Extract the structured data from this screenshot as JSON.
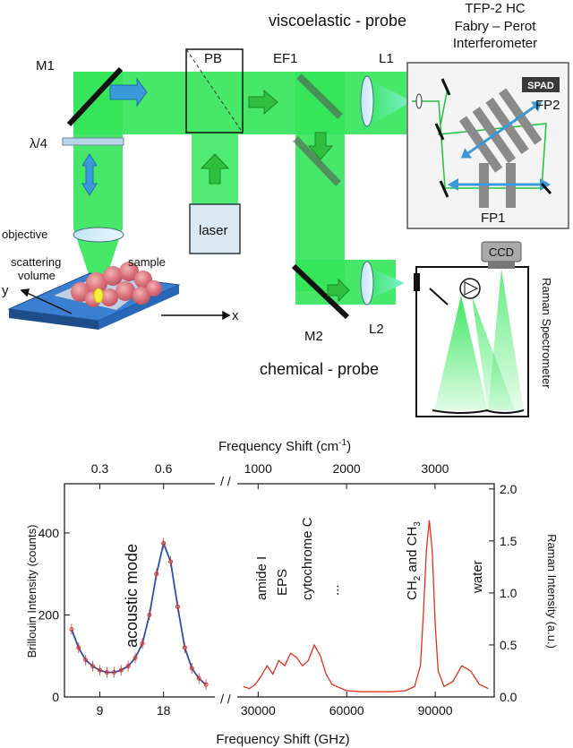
{
  "setup": {
    "viscoelastic_probe": "viscoelastic - probe",
    "chemical_probe": "chemical - probe",
    "tfp_title": [
      "TFP-2 HC",
      "Fabry – Perot",
      "Interferometer"
    ],
    "labels": {
      "m1": "M1",
      "pb": "PB",
      "ef1": "EF1",
      "l1": "L1",
      "l2": "L2",
      "m2": "M2",
      "quarter_wave": "λ/4",
      "laser": "laser",
      "objective": "objective",
      "scattering_volume": [
        "scattering",
        "volume"
      ],
      "sample": "sample",
      "axis_y": "y",
      "axis_x": "x",
      "spad": "SPAD",
      "fp1": "FP1",
      "fp2": "FP2",
      "ccd": "CCD",
      "raman_spectrometer": "Raman Spectrometer"
    },
    "colors": {
      "beam": "#33e65a",
      "beam_dark": "#1fbf44",
      "arrow_blue": "#3a9ad9",
      "slab": "#2a66b8"
    }
  },
  "chart_data": {
    "type": "line",
    "top_axis_title": "Frequency Shift (cm",
    "top_axis_title_sup": "-1",
    "top_axis_title_end": ")",
    "bottom_axis_title": "Frequency Shift (GHz)",
    "left_axis_title": "Brillouin Intensity (counts)",
    "right_axis_title": "Raman Intensity (a.u.)",
    "axis_break": "/ /",
    "left_ticks": [
      "0",
      "200",
      "400"
    ],
    "right_ticks": [
      "0.0",
      "0.5",
      "1.0",
      "1.5",
      "2.0"
    ],
    "bottom_ticks_brillouin": [
      "9",
      "18"
    ],
    "bottom_ticks_raman": [
      "30000",
      "60000",
      "90000"
    ],
    "top_ticks_brillouin": [
      "0.3",
      "0.6"
    ],
    "top_ticks_raman": [
      "1000",
      "2000",
      "3000"
    ],
    "annotations": {
      "acoustic_mode": "acoustic mode",
      "amide": "amide I",
      "eps": "EPS",
      "cytochrome": "cytochrome C",
      "dots": "...",
      "ch_main": "CH",
      "ch_sub1": "2",
      "ch_mid": " and CH",
      "ch_sub2": "3",
      "water": "water"
    },
    "brillouin": {
      "name": "Brillouin",
      "x_GHz": [
        5,
        6,
        7,
        8,
        9,
        10,
        11,
        12,
        13,
        14,
        15,
        16,
        17,
        18,
        19,
        20,
        21,
        22,
        23,
        24
      ],
      "y_counts": [
        165,
        120,
        90,
        75,
        65,
        60,
        60,
        65,
        75,
        95,
        130,
        200,
        300,
        375,
        330,
        220,
        120,
        70,
        45,
        30
      ]
    },
    "raman": {
      "name": "Raman",
      "x_GHz": [
        25000,
        27000,
        29000,
        31000,
        33000,
        35000,
        37000,
        39000,
        41000,
        43000,
        45000,
        47000,
        49000,
        51000,
        53000,
        55000,
        60000,
        65000,
        70000,
        75000,
        80000,
        83000,
        85000,
        86000,
        87000,
        88000,
        89000,
        90000,
        91000,
        93000,
        96000,
        99000,
        102000,
        105000,
        108000
      ],
      "y_au": [
        0.1,
        0.08,
        0.12,
        0.2,
        0.3,
        0.22,
        0.35,
        0.3,
        0.42,
        0.38,
        0.3,
        0.35,
        0.5,
        0.4,
        0.22,
        0.12,
        0.06,
        0.05,
        0.05,
        0.05,
        0.06,
        0.1,
        0.3,
        0.8,
        1.4,
        1.7,
        1.4,
        0.7,
        0.25,
        0.1,
        0.15,
        0.3,
        0.25,
        0.12,
        0.08
      ]
    },
    "ylim_left": [
      0,
      520
    ],
    "ylim_right": [
      0,
      2.05
    ]
  }
}
